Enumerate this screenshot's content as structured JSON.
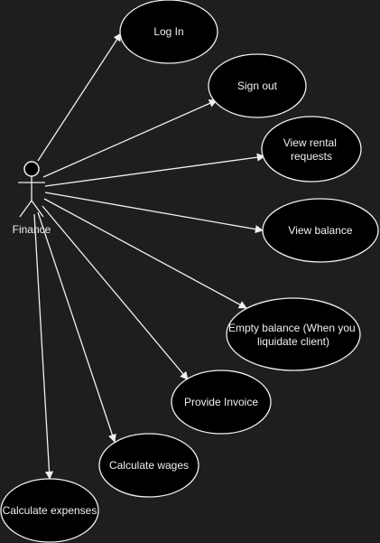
{
  "actor": {
    "name": "Finance"
  },
  "use_cases": [
    {
      "id": "log-in",
      "lines": [
        "Log In"
      ]
    },
    {
      "id": "sign-out",
      "lines": [
        "Sign out"
      ]
    },
    {
      "id": "view-rental-requests",
      "lines": [
        "View rental",
        "requests"
      ]
    },
    {
      "id": "view-balance",
      "lines": [
        "View balance"
      ]
    },
    {
      "id": "empty-balance",
      "lines": [
        "Empty balance (When you",
        "liquidate client)"
      ]
    },
    {
      "id": "provide-invoice",
      "lines": [
        "Provide Invoice"
      ]
    },
    {
      "id": "calculate-wages",
      "lines": [
        "Calculate wages"
      ]
    },
    {
      "id": "calculate-expenses",
      "lines": [
        "Calculate expenses"
      ]
    }
  ],
  "colors": {
    "background": "#1e1e1e",
    "stroke": "#f0f0f0",
    "node_fill": "#000000",
    "text": "#f0f0f0"
  }
}
